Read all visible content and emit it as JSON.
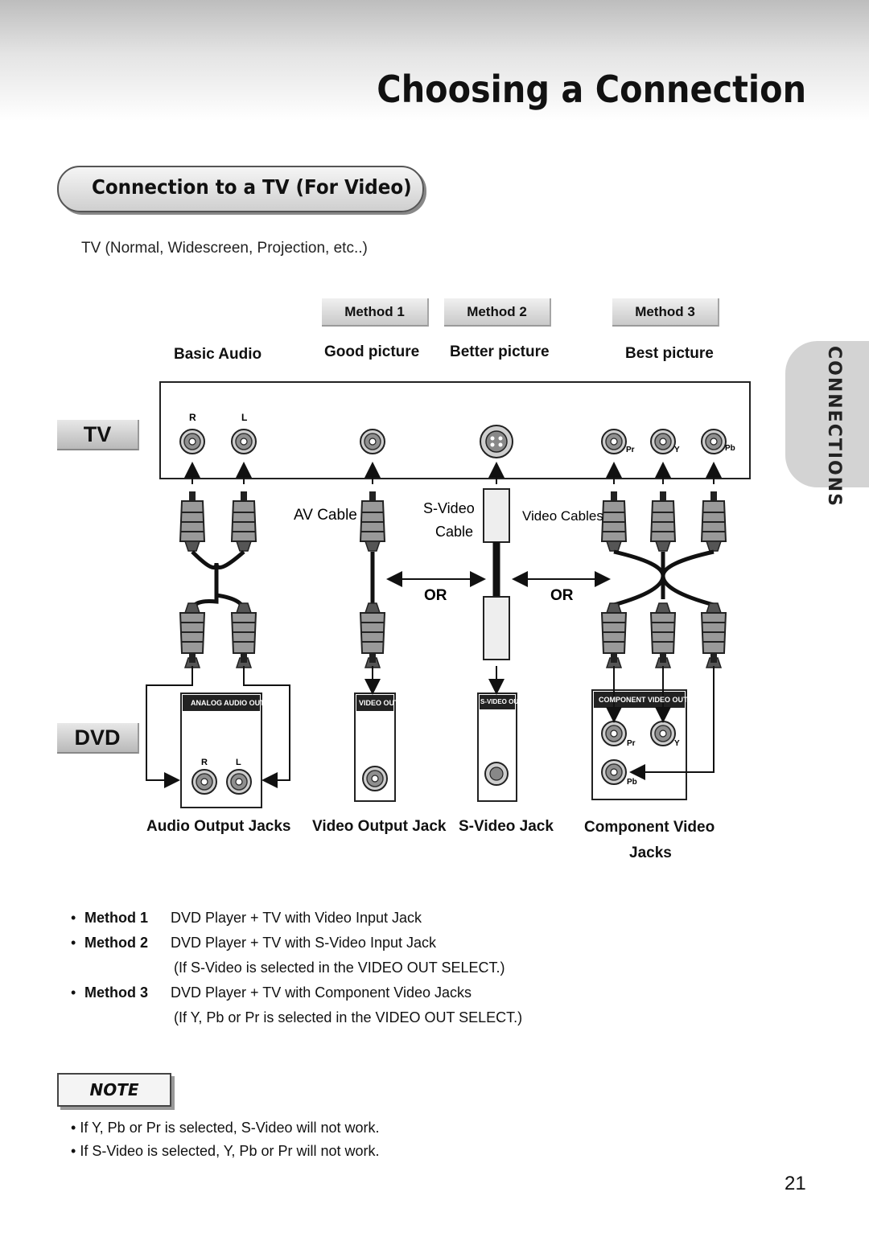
{
  "page": {
    "title": "Choosing a Connection",
    "section_heading": "Connection to a TV (For Video)",
    "subtitle": "TV (Normal, Widescreen, Projection, etc..)",
    "side_tab": "CONNECTIONS",
    "page_number": "21"
  },
  "methods_header": {
    "method1": "Method 1",
    "method2": "Method 2",
    "method3": "Method 3"
  },
  "quality": {
    "basic": "Basic Audio",
    "good": "Good picture",
    "better": "Better picture",
    "best": "Best picture"
  },
  "devices": {
    "tv": "TV",
    "dvd": "DVD"
  },
  "tv_panel": {
    "r": "R",
    "l": "L",
    "pr": "Pr",
    "y": "Y",
    "pb": "Pb"
  },
  "cables": {
    "av_cable": "AV Cable",
    "svideo_line1": "S-Video",
    "svideo_line2": "Cable",
    "video_cables": "Video Cables",
    "or": "OR"
  },
  "dvd_panel": {
    "analog_audio_out": "ANALOG AUDIO OUT",
    "video_out": "VIDEO OUT",
    "svideo_out": "S-VIDEO OUT",
    "component_video_out": "COMPONENT VIDEO OUT",
    "r": "R",
    "l": "L",
    "pr": "Pr",
    "y": "Y",
    "pb": "Pb"
  },
  "jack_labels": {
    "audio": "Audio Output Jacks",
    "video": "Video Output Jack",
    "svideo": "S-Video Jack",
    "component_line1": "Component Video",
    "component_line2": "Jacks"
  },
  "method_descriptions": [
    {
      "name": "Method 1",
      "desc": "DVD Player + TV with Video Input Jack"
    },
    {
      "name": "Method 2",
      "desc": "DVD Player + TV with S-Video Input Jack"
    },
    {
      "name": "",
      "desc": "(If S-Video is selected in the VIDEO OUT SELECT.)"
    },
    {
      "name": "Method 3",
      "desc": "DVD Player + TV with Component Video Jacks"
    },
    {
      "name": "",
      "desc": "(If Y, Pb or Pr is selected in the VIDEO OUT SELECT.)"
    }
  ],
  "note": {
    "label": "NOTE",
    "items": [
      "If Y, Pb or Pr is selected, S-Video will not work.",
      "If S-Video is selected, Y, Pb or Pr will not work."
    ]
  }
}
